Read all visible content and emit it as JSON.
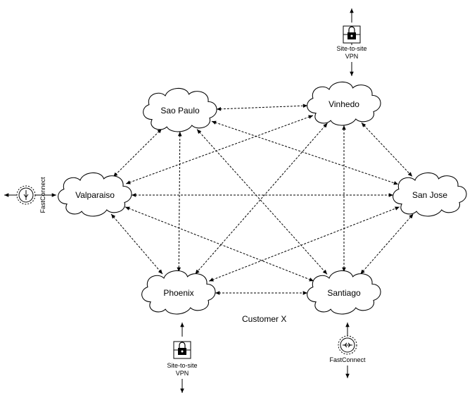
{
  "diagram": {
    "caption": "Customer X",
    "sites": [
      {
        "id": "sao-paulo",
        "label": "Sao Paulo"
      },
      {
        "id": "vinhedo",
        "label": "Vinhedo"
      },
      {
        "id": "valparaiso",
        "label": "Valparaiso"
      },
      {
        "id": "san-jose",
        "label": "San Jose"
      },
      {
        "id": "phoenix",
        "label": "Phoenix"
      },
      {
        "id": "santiago",
        "label": "Santiago"
      }
    ],
    "connectors": [
      {
        "id": "vpn-top",
        "type": "Site-to-site VPN",
        "label_line1": "Site-to-site",
        "label_line2": "VPN",
        "icon": "lock-icon"
      },
      {
        "id": "vpn-bottom",
        "type": "Site-to-site VPN",
        "label_line1": "Site-to-site",
        "label_line2": "VPN",
        "icon": "lock-icon"
      },
      {
        "id": "fc-left",
        "type": "FastConnect",
        "label": "FastConnect",
        "icon": "fastconnect-icon"
      },
      {
        "id": "fc-bottom",
        "type": "FastConnect",
        "label": "FastConnect",
        "icon": "fastconnect-icon"
      }
    ],
    "links": [
      [
        "sao-paulo",
        "vinhedo"
      ],
      [
        "sao-paulo",
        "valparaiso"
      ],
      [
        "sao-paulo",
        "phoenix"
      ],
      [
        "sao-paulo",
        "san-jose"
      ],
      [
        "sao-paulo",
        "santiago"
      ],
      [
        "vinhedo",
        "valparaiso"
      ],
      [
        "vinhedo",
        "phoenix"
      ],
      [
        "vinhedo",
        "san-jose"
      ],
      [
        "vinhedo",
        "santiago"
      ],
      [
        "valparaiso",
        "san-jose"
      ],
      [
        "valparaiso",
        "phoenix"
      ],
      [
        "valparaiso",
        "santiago"
      ],
      [
        "phoenix",
        "santiago"
      ],
      [
        "phoenix",
        "san-jose"
      ],
      [
        "santiago",
        "san-jose"
      ]
    ]
  }
}
